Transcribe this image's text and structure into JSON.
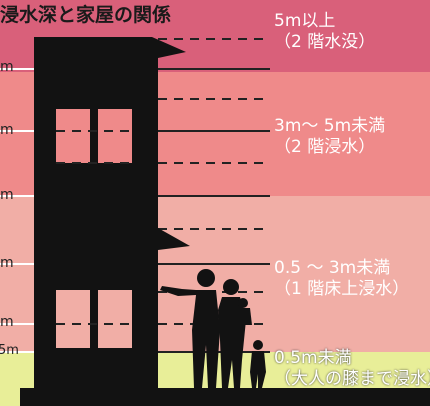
{
  "title": "浸水深と家屋の関係",
  "zones": [
    {
      "line1": "5m以上",
      "line2": "（2 階水没）",
      "color": "#d9607a"
    },
    {
      "line1": "3m〜 5m未満",
      "line2": "（2 階浸水）",
      "color": "#ef8a8a"
    },
    {
      "line1": "0.5 〜 3m未満",
      "line2": "（1 階床上浸水）",
      "color": "#f1aea6"
    },
    {
      "line1": "0.5m未満",
      "line2": "（大人の膝まで浸水）",
      "color": "#e8ee98"
    }
  ],
  "level_labels": [
    "m",
    "m",
    "m",
    "m",
    "m",
    "5m"
  ]
}
